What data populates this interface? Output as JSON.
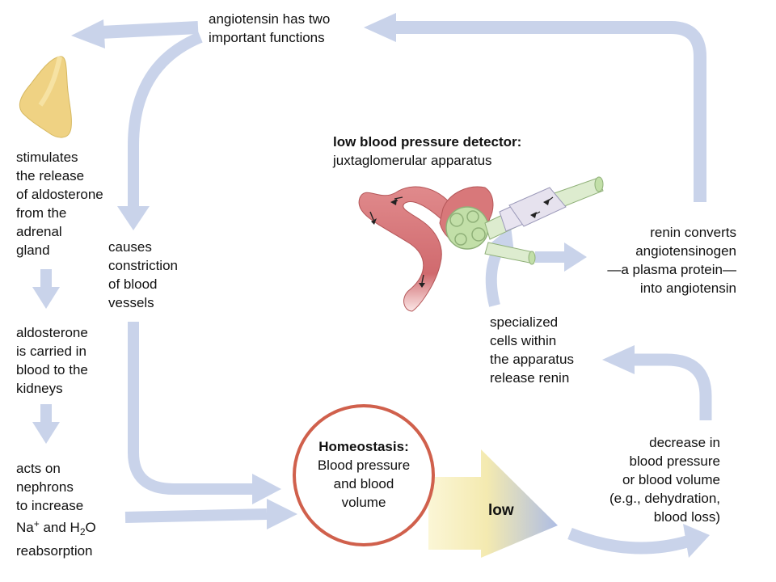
{
  "colors": {
    "arrow": "#c9d3ea",
    "circle_stroke": "#d0604c",
    "gland": "#efd283",
    "kidney_tube": "#d8787a",
    "glomerulus": "#c2dfa8",
    "low_arrow_yellow": "#f4eab0",
    "low_arrow_blue": "#b9c6e6"
  },
  "labels": {
    "angiotensin_functions": [
      "angiotensin has two",
      "important functions"
    ],
    "stimulates": [
      "stimulates",
      "the release",
      "of aldosterone",
      "from the",
      "adrenal",
      "gland"
    ],
    "causes": [
      "causes",
      "constriction",
      "of blood",
      "vessels"
    ],
    "aldosterone_carried": [
      "aldosterone",
      "is carried in",
      "blood to the",
      "kidneys"
    ],
    "acts_on": [
      "acts on",
      "nephrons",
      "to increase"
    ],
    "na_h2o": {
      "na": "Na",
      "na_sup": "+",
      "and": " and H",
      "h_sub": "2",
      "o": "O"
    },
    "reabsorption": "reabsorption",
    "detector_title": "low blood pressure detector:",
    "detector_sub": "juxtaglomerular apparatus",
    "renin_converts": [
      "renin converts",
      "angiotensinogen",
      "—a plasma protein—",
      "into angiotensin"
    ],
    "specialized": [
      "specialized",
      "cells within",
      "the apparatus",
      "release renin"
    ],
    "decrease": [
      "decrease in",
      "blood pressure",
      "or blood volume",
      "(e.g., dehydration,",
      "blood loss)"
    ],
    "homeostasis_title": "Homeostasis:",
    "homeostasis_body": [
      "Blood pressure",
      "and blood",
      "volume"
    ],
    "low": "low"
  },
  "icons": [
    "adrenal-gland-icon",
    "juxtaglomerular-apparatus-icon"
  ]
}
